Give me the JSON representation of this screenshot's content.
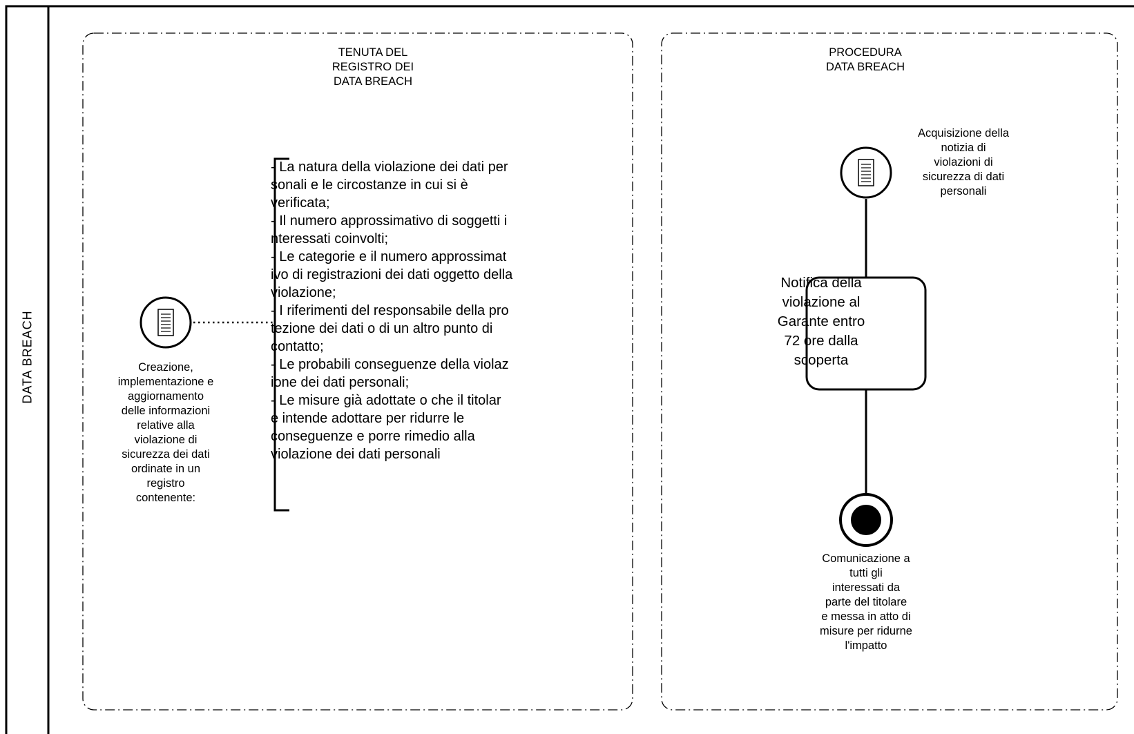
{
  "pool": {
    "lane_label": "DATA BREACH"
  },
  "groups": [
    {
      "id": "tenuta",
      "title": "TENUTA DEL\nREGISTRO DEI\nDATA BREACH"
    },
    {
      "id": "procedura",
      "title": "PROCEDURA\nDATA BREACH"
    }
  ],
  "left_event": {
    "icon": "document-message-icon",
    "label": "Creazione,\nimplementazione e\naggiornamento\ndelle informazioni\nrelative alla\nviolazione di\nsicurezza dei dati\nordinate in un\nregistro\ncontenente:"
  },
  "annotation": {
    "text": "- La natura della violazione dei dati per\nsonali e le circostanze in cui si è\nverificata;\n- Il numero approssimativo di soggetti i\nnteressati coinvolti;\n- Le categorie e il  numero approssimat\nivo di registrazioni dei dati oggetto della\nviolazione;\n- I riferimenti del responsabile della pro\ntezione dei dati o di un altro punto di\ncontatto;\n- Le probabili conseguenze della violaz\nione dei dati personali;\n- Le misure già adottate o che il titolar\ne intende adottare per ridurre le\nconseguenze e porre rimedio alla\nviolazione dei dati personali"
  },
  "start_event": {
    "icon": "document-message-icon",
    "label": "Acquisizione della\nnotizia di\nviolazioni di\nsicurezza di dati\npersonali"
  },
  "task": {
    "label": "Notifica della\nviolazione al\nGarante entro\n72 ore dalla\nscoperta"
  },
  "end_event": {
    "icon": "end-event-icon",
    "label": "Comunicazione a\ntutti gli\ninteressati da\nparte del titolare\ne messa in atto di\nmisure per ridurne\nl'impatto"
  },
  "colors": {
    "stroke": "#000000",
    "background": "#ffffff"
  }
}
